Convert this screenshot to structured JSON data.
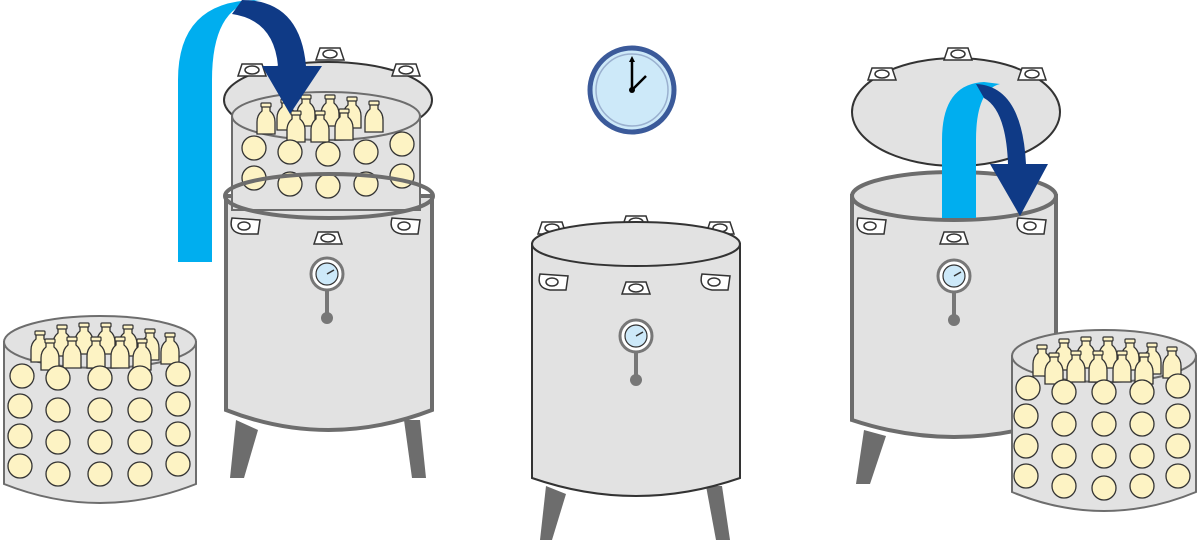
{
  "figure": {
    "steps": [
      {
        "id": "load",
        "description_visible": false,
        "arrow": "down-into-vessel"
      },
      {
        "id": "process",
        "description_visible": false,
        "clock_reading": "1:02"
      },
      {
        "id": "unload",
        "description_visible": false,
        "arrow": "up-out-of-vessel"
      }
    ],
    "colors": {
      "arrow_light": "#00aeef",
      "arrow_dark": "#0f3a86",
      "vessel_fill": "#e2e2e2",
      "vessel_stroke": "#6d6d6d",
      "bottle_fill": "#fdf3c4",
      "clock_face": "#cde9f9",
      "clock_ring": "#3b5a9a"
    },
    "icons": [
      "vessel-icon",
      "basket-icon",
      "bottle-icon",
      "clock-icon",
      "pressure-gauge-icon",
      "arrow-icon"
    ]
  }
}
